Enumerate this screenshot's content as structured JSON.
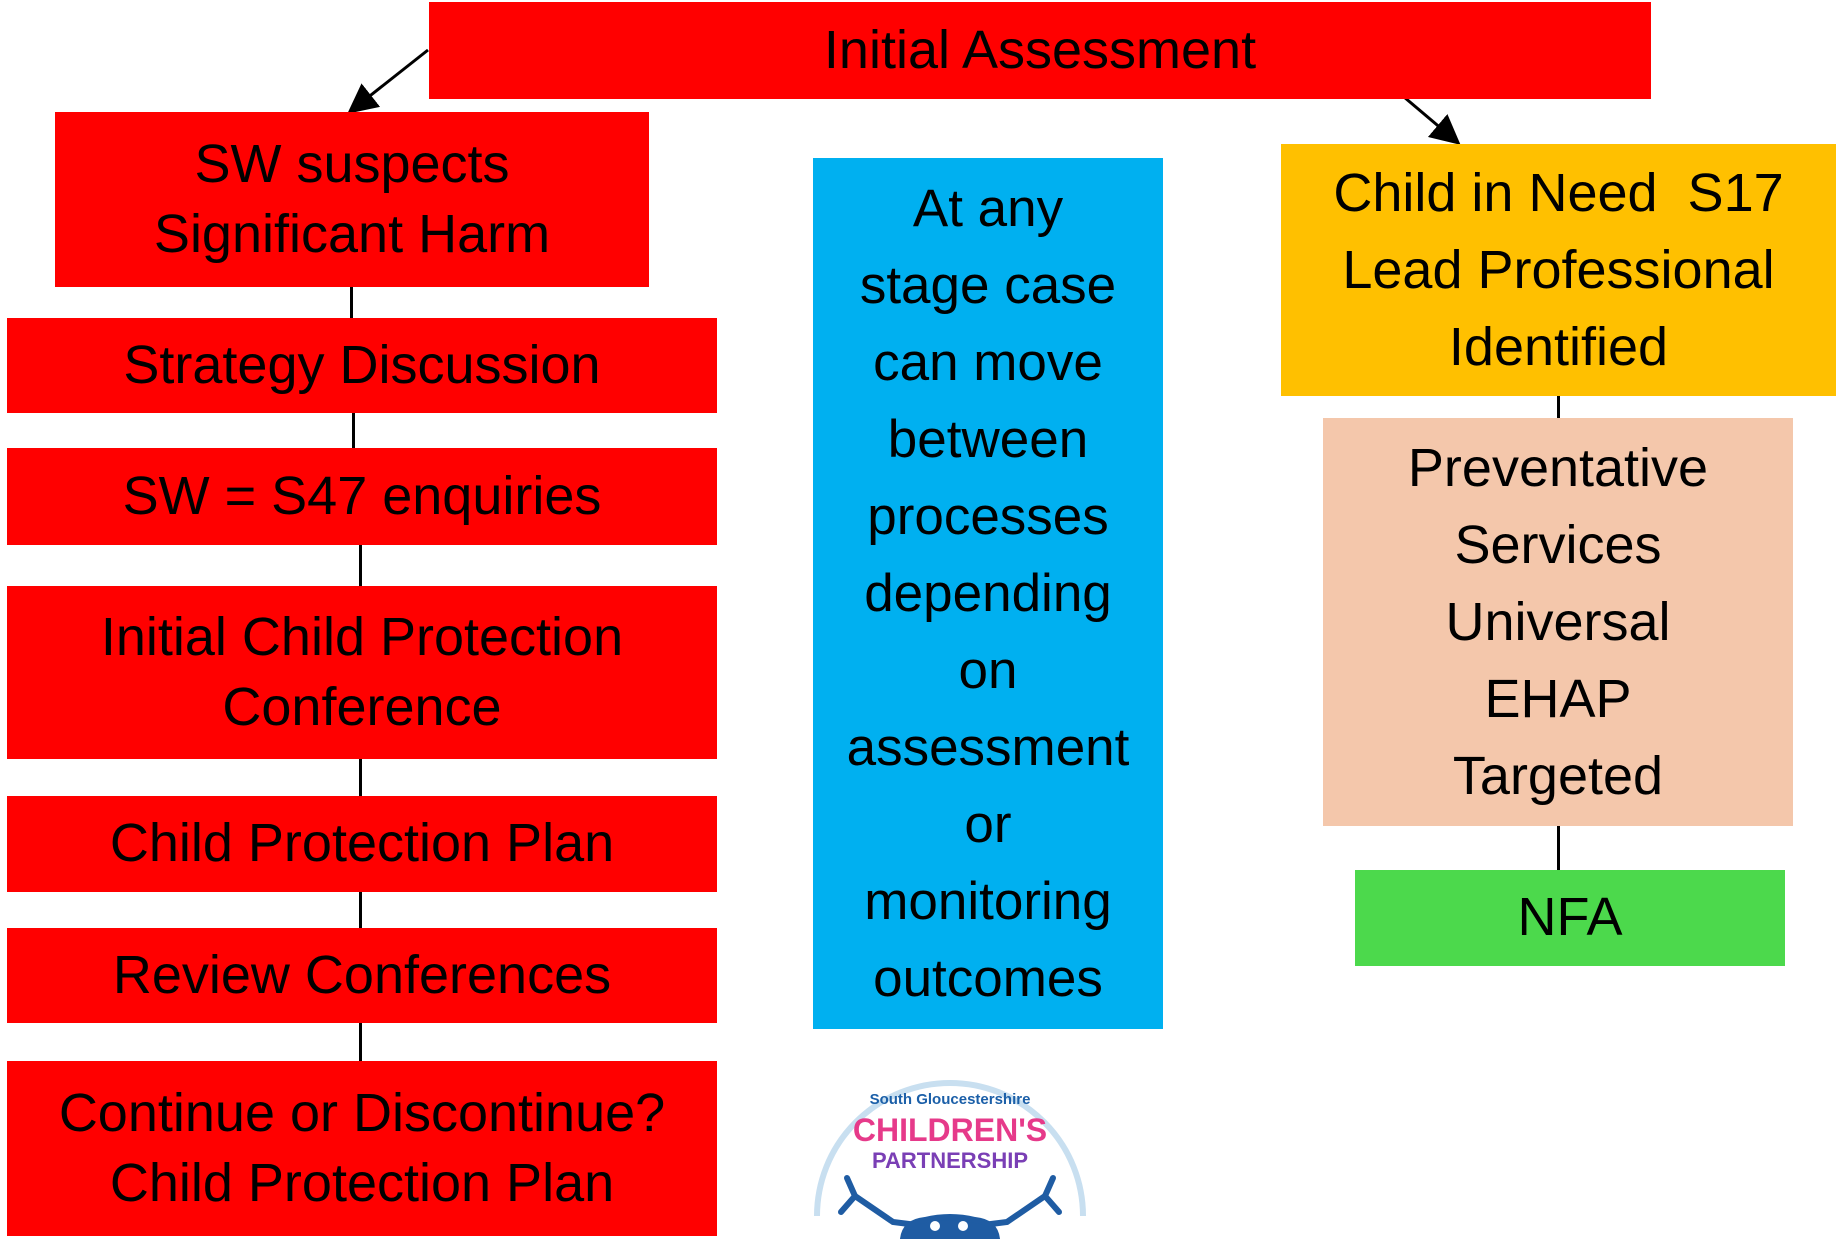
{
  "initial_assessment": "Initial Assessment",
  "left_column": {
    "suspects": [
      "SW suspects",
      "Significant Harm"
    ],
    "strategy": "Strategy Discussion",
    "s47": "SW = S47 enquiries",
    "icpc": [
      "Initial Child Protection",
      "Conference"
    ],
    "cpp": "Child Protection Plan",
    "review": "Review Conferences",
    "continue": [
      "Continue or Discontinue?",
      "Child Protection Plan"
    ]
  },
  "middle_note": [
    "At any",
    "stage case",
    "can move",
    "between",
    "processes",
    "depending",
    "on",
    "assessment",
    "or",
    "monitoring",
    "outcomes"
  ],
  "right_column": {
    "cin": [
      "Child in Need  S17",
      "Lead Professional",
      "Identified"
    ],
    "services": [
      "Preventative",
      "Services",
      "Universal",
      "EHAP",
      "Targeted"
    ],
    "nfa": "NFA"
  },
  "logo": {
    "line1": "South Gloucestershire",
    "line2": "CHILDREN'S",
    "line3": "PARTNERSHIP"
  },
  "colors": {
    "red": "#ff0000",
    "blue": "#00b0f0",
    "yellow": "#ffc000",
    "peach": "#f4c7ab",
    "green": "#4cd94c"
  }
}
